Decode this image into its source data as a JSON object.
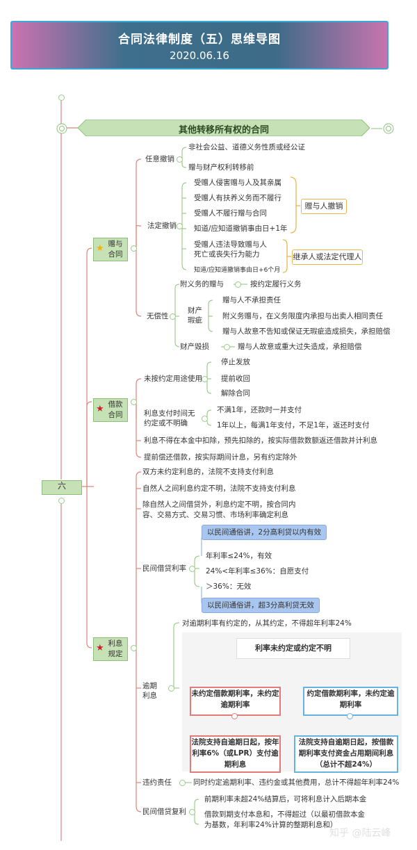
{
  "header": {
    "title": "合同法律制度（五）思维导图",
    "date": "2020.06.16"
  },
  "central": {
    "title": "其他转移所有权的合同",
    "root_label": "六"
  },
  "gift": {
    "label": "赠与合同",
    "voluntary_revoke": {
      "label": "任意撤销",
      "items": [
        "非社会公益、道德义务性质或经公证",
        "赠与财产权利转移前"
      ]
    },
    "legal_revoke": {
      "label": "法定撤销",
      "items": [
        "受赠人侵害赠与人及其亲属",
        "受赠人有扶养义务而不履行",
        "受赠人不履行赠与合同",
        "知道/应知道撤销事由日+1年",
        "受赠人违法导致赠与人死亡或丧失行为能力",
        "知道/应知道撤销事由日+6个月"
      ],
      "tag_donor": "赠与人撤销",
      "tag_heir": "继承人或法定代理人"
    },
    "no_fault": {
      "label": "无偿性",
      "duty_gift": "附义务的赠与",
      "duty_gift_item": "按约定履行义务",
      "defect_label": "财产瑕疵",
      "defect_items": [
        "赠与人不承担责任",
        "附义务赠与，在义务限度内承担与出卖人相同责任",
        "赠与人故意不告知或保证无瑕疵造成损失，承担赔偿"
      ],
      "damage_label": "财产毁损",
      "damage_item": "赠与人故意或重大过失造成，承担赔偿"
    }
  },
  "loan": {
    "label": "借款合同",
    "misuse": {
      "label": "未按约定用途使用",
      "items": [
        "停止发放",
        "提前收回",
        "解除合同"
      ]
    },
    "interest_time": {
      "label": "利息支付时间无约定或不明确",
      "items": [
        "不满1年，还款时一并支付",
        "1年以上，每满1年支付，不足1年，返还时支付"
      ]
    },
    "deduct": "利息不得在本金中扣除，预先扣除的，按实际借款数额返还借款并计利息",
    "early": "提前偿还借款，按实际期间计息，另有约定除外"
  },
  "interest": {
    "label": "利息规定",
    "rules": [
      "双方未约定利息的，法院不支持支付利息",
      "自然人之间利息约定不明，法院不支持支付利息",
      "除自然人之间借贷外，利息约定不明，按合同内容、交易方式、交易习惯、市场利率确定利息"
    ],
    "private_rate": {
      "label": "民间借贷利率",
      "note_top": "以民间通俗讲，2分高利贷以内有效",
      "items": [
        "年利率≤24%，有效",
        "24%<年利率≤36%：自愿支付",
        "＞36%：无效"
      ],
      "note_bottom": "以民间通俗讲，超3分高利贷无效"
    },
    "overdue": {
      "label": "逾期利息",
      "agreed": "对逾期利率有约定的，从其约定，不得超年利率24%",
      "chart_title": "利率未约定或约定不明",
      "left_top": "未约定借款期利率，未约定逾期利率",
      "left_bottom": "法院支持自逾期日起，按年利率6%（或LPR）支付逾期利息",
      "right_top": "约定借款期利率，未约定逾期利率",
      "right_bottom": "法院支持自逾期日起，按借款期利率支付资金占用期间利息（总计不超24%）"
    },
    "breach": {
      "label": "违约责任",
      "item": "同时约定逾期利率、违约金或其他费用，总计不得超年利率24%"
    },
    "compound": {
      "label": "民间借贷复利",
      "items": [
        "前期利率未超24%结算后，可将利息计入后期本金",
        "借款到期支付本息和，不得超过（以最初借款本金为基数，年利率24%计算的整期利息和）"
      ]
    }
  },
  "watermark": "知乎 @陆云峰",
  "colors": {
    "line_red": "#d9847c",
    "line_green": "#8cc07a",
    "banner_border": "#3aa8d8"
  }
}
